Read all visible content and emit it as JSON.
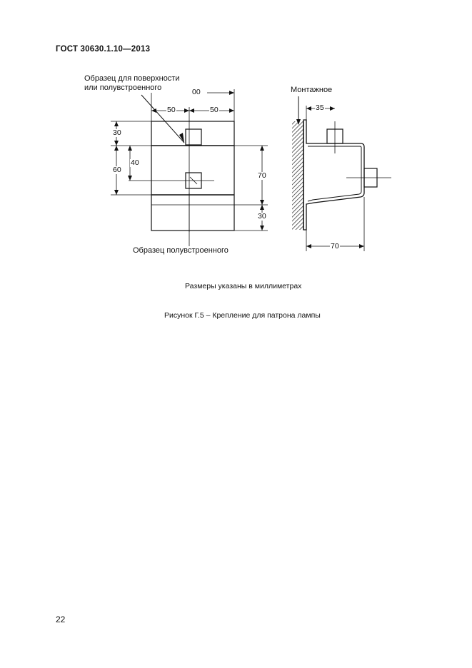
{
  "header": {
    "standard": "ГОСТ  30630.1.10—2013"
  },
  "figure": {
    "label_sample_surface_line1": "Образец для поверхности",
    "label_sample_surface_line2": "или полувстроенного",
    "label_mounting": "Монтажное",
    "label_sample_semi_embedded": "Образец полувстроенного",
    "dimensions": {
      "total_width": "00",
      "half_left": "50",
      "half_right": "50",
      "top_section": "30",
      "upper_left": "60",
      "upper_inner": "40",
      "right_height": "70",
      "bottom_section": "30",
      "bracket_top": "35",
      "bracket_depth": "70"
    }
  },
  "units_note": "Размеры указаны в миллиметрах",
  "caption": "Рисунок Г.5 – Крепление для патрона лампы",
  "page_number": "22"
}
